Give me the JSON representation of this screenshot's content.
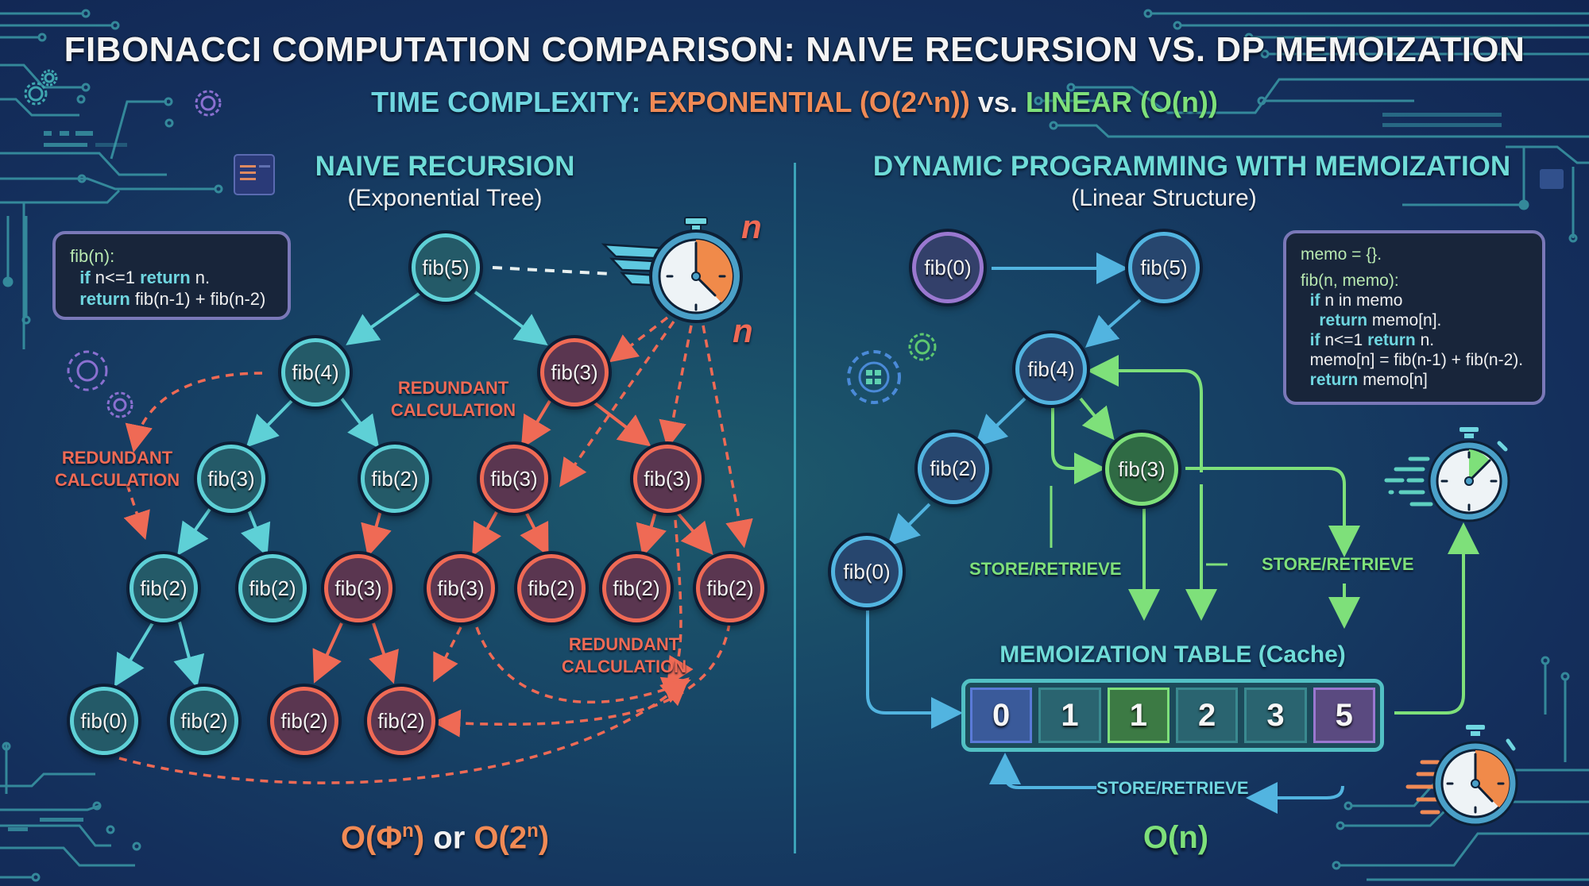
{
  "header": {
    "title": "FIBONACCI COMPUTATION COMPARISON: NAIVE RECURSION VS. DP MEMOIZATION",
    "subtitle": {
      "prefix": "TIME COMPLEXITY:",
      "exponential": "EXPONENTIAL (O(2^n))",
      "vs": "vs.",
      "linear": "LINEAR (O(n))"
    }
  },
  "left": {
    "title": "NAIVE RECURSION",
    "subtitle": "(Exponential Tree)",
    "code": {
      "line1": "fib(n):",
      "line2_kw1": "if",
      "line2_mid": " n<=1 ",
      "line2_kw2": "return",
      "line2_end": " n.",
      "line3_kw": "return",
      "line3_end": " fib(n-1) + fib(n-2)"
    },
    "nodes": [
      {
        "id": "root",
        "label": "fib(5)",
        "style": "teal"
      },
      {
        "id": "l1a",
        "label": "fib(4)",
        "style": "teal"
      },
      {
        "id": "l1b",
        "label": "fib(3)",
        "style": "red"
      },
      {
        "id": "l2a",
        "label": "fib(3)",
        "style": "teal"
      },
      {
        "id": "l2b",
        "label": "fib(2)",
        "style": "teal"
      },
      {
        "id": "l2c",
        "label": "fib(3)",
        "style": "red"
      },
      {
        "id": "l2d",
        "label": "fib(3)",
        "style": "red"
      },
      {
        "id": "l3a",
        "label": "fib(2)",
        "style": "teal"
      },
      {
        "id": "l3b",
        "label": "fib(2)",
        "style": "teal"
      },
      {
        "id": "l3c",
        "label": "fib(3)",
        "style": "red"
      },
      {
        "id": "l3d",
        "label": "fib(3)",
        "style": "red"
      },
      {
        "id": "l3e",
        "label": "fib(2)",
        "style": "red"
      },
      {
        "id": "l3f",
        "label": "fib(2)",
        "style": "red"
      },
      {
        "id": "l3g",
        "label": "fib(2)",
        "style": "red"
      },
      {
        "id": "l4a",
        "label": "fib(0)",
        "style": "teal"
      },
      {
        "id": "l4b",
        "label": "fib(2)",
        "style": "teal"
      },
      {
        "id": "l4c",
        "label": "fib(2)",
        "style": "red"
      },
      {
        "id": "l4d",
        "label": "fib(2)",
        "style": "red"
      }
    ],
    "redundant_labels": {
      "a_line1": "REDUNDANT",
      "a_line2": "CALCULATION",
      "b_line1": "REDUNDANT",
      "b_line2": "CALCULATION",
      "c_line1": "REDUNDANT",
      "c_line2": "CALCULATION"
    },
    "timer_labels": {
      "top": "n",
      "bottom": "n"
    },
    "complexity": {
      "part1": "O(Φ",
      "sup1": "n",
      "close1": ")",
      "or": " or ",
      "part2": "O(2",
      "sup2": "n",
      "close2": ")"
    }
  },
  "right": {
    "title": "DYNAMIC PROGRAMMING WITH MEMOIZATION",
    "subtitle": "(Linear Structure)",
    "code": {
      "line1": "memo = {}.",
      "line2": "fib(n, memo):",
      "line3_kw": "if",
      "line3_end": " n in memo",
      "line4_kw": "return",
      "line4_end": " memo[n].",
      "line5_kw1": "if",
      "line5_mid": " n<=1 ",
      "line5_kw2": "return",
      "line5_end": " n.",
      "line6": "memo[n] = fib(n-1) + fib(n-2).",
      "line7_kw": "return",
      "line7_end": " memo[n]"
    },
    "nodes": [
      {
        "id": "f0top",
        "label": "fib(0)",
        "style": "purple"
      },
      {
        "id": "f5",
        "label": "fib(5)",
        "style": "blue"
      },
      {
        "id": "f4",
        "label": "fib(4)",
        "style": "blue"
      },
      {
        "id": "f2",
        "label": "fib(2)",
        "style": "blue"
      },
      {
        "id": "f3",
        "label": "fib(3)",
        "style": "green"
      },
      {
        "id": "f0",
        "label": "fib(0)",
        "style": "blue"
      }
    ],
    "store_labels": {
      "left": "STORE/RETRIEVE",
      "right": "STORE/RETRIEVE",
      "bottom": "STORE/RETRIEVE"
    },
    "table": {
      "title": "MEMOIZATION TABLE (Cache)",
      "cells": [
        {
          "value": "0",
          "color": "#3a5a9a"
        },
        {
          "value": "1",
          "color": "#2a6470"
        },
        {
          "value": "1",
          "color": "#3c7a44"
        },
        {
          "value": "2",
          "color": "#2a6470"
        },
        {
          "value": "3",
          "color": "#2a6470"
        },
        {
          "value": "5",
          "color": "#5a4a80"
        }
      ]
    },
    "complexity": "O(n)"
  },
  "colors": {
    "teal": "#5ed0d6",
    "red": "#ef6a55",
    "green": "#7ee07a",
    "blue": "#52b4e0",
    "purple": "#9a78d0",
    "orange": "#f08a55"
  }
}
